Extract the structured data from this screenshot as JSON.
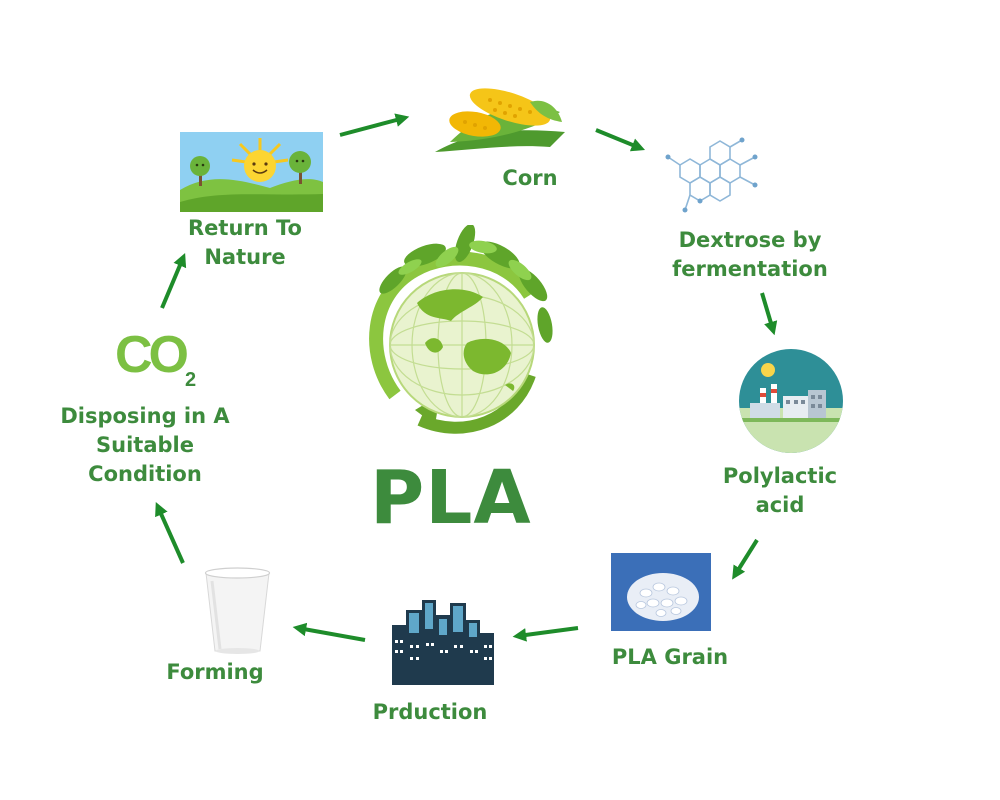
{
  "title": "PLA",
  "steps": [
    {
      "id": "corn",
      "label": "Corn",
      "icon": "corn-icon"
    },
    {
      "id": "dextrose",
      "label_lines": [
        "Dextrose by",
        "fermentation"
      ],
      "icon": "hexagon-molecule-icon"
    },
    {
      "id": "polylactic",
      "label_lines": [
        "Polylactic",
        "acid"
      ],
      "icon": "factory-icon"
    },
    {
      "id": "grain",
      "label": "PLA Grain",
      "icon": "pellets-icon"
    },
    {
      "id": "production",
      "label": "Prduction",
      "icon": "city-buildings-icon"
    },
    {
      "id": "forming",
      "label": "Forming",
      "icon": "paper-cup-icon"
    },
    {
      "id": "disposing",
      "label_lines": [
        "Disposing in A",
        "Suitable",
        "Condition"
      ],
      "icon": "co2-icon",
      "co2_text": "CO",
      "co2_sub": "2"
    },
    {
      "id": "nature",
      "label_lines": [
        "Return To",
        "Nature"
      ],
      "icon": "sunny-landscape-icon"
    }
  ],
  "colors": {
    "label_green": "#3d8b3d",
    "arrow_green": "#1e8c2a",
    "globe_green": "#7cb82f"
  }
}
